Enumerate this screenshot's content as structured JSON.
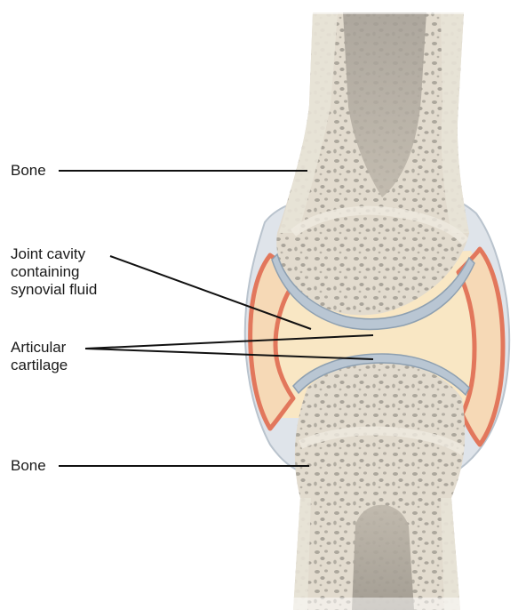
{
  "labels": {
    "bone_top": "Bone",
    "joint_cavity": [
      "Joint cavity",
      "containing",
      "synovial fluid"
    ],
    "articular_cartilage": [
      "Articular",
      "cartilage"
    ],
    "bone_bottom": "Bone"
  },
  "colors": {
    "bone": "#e3ddd0",
    "bone_shadow": "#cfc8b8",
    "marrow_dark": "#9a948b",
    "capsule": "#dfe4ea",
    "capsule_edge": "#b9c3cd",
    "synovial_membrane": "#e2775c",
    "synovial_fluid": "#f9e7c4",
    "cartilage": "#b9c6d3",
    "leader_line": "#111111"
  }
}
